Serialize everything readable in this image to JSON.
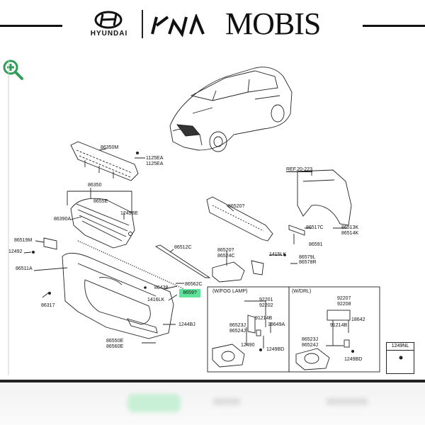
{
  "brands": {
    "hyundai": "HYUNDAI",
    "mobis": "MOBIS"
  },
  "icons": {
    "zoom": "zoom-in-icon",
    "zoom_color": "#2e9e5a"
  },
  "highlight": {
    "color": "#5fe39a",
    "part": "8659?"
  },
  "captions": {
    "fog_lamp": "(W/FOG LAMP)",
    "drl": "(W/DRL)"
  },
  "note_box": {
    "code": "1249NL"
  },
  "parts": [
    "86350M",
    "1125EA",
    "1125EA",
    "86350",
    "8655E",
    "86390A",
    "1249BE",
    "86519M",
    "12492",
    "86511A",
    "86317",
    "86512C",
    "86438",
    "86562C",
    "1416LK",
    "1244BJ",
    "86550E",
    "86560E",
    "86520?",
    "86524C",
    "1415LK",
    "86579L",
    "86578R",
    "REF.20-223",
    "86520?",
    "86517C",
    "86513K",
    "86514K",
    "86591",
    "92201",
    "92202",
    "86523J",
    "86524J",
    "91214B",
    "18649A",
    "12490",
    "1249BD",
    "92207",
    "92208",
    "91214B",
    "18642",
    "86523J",
    "86524J",
    "1249BD"
  ]
}
